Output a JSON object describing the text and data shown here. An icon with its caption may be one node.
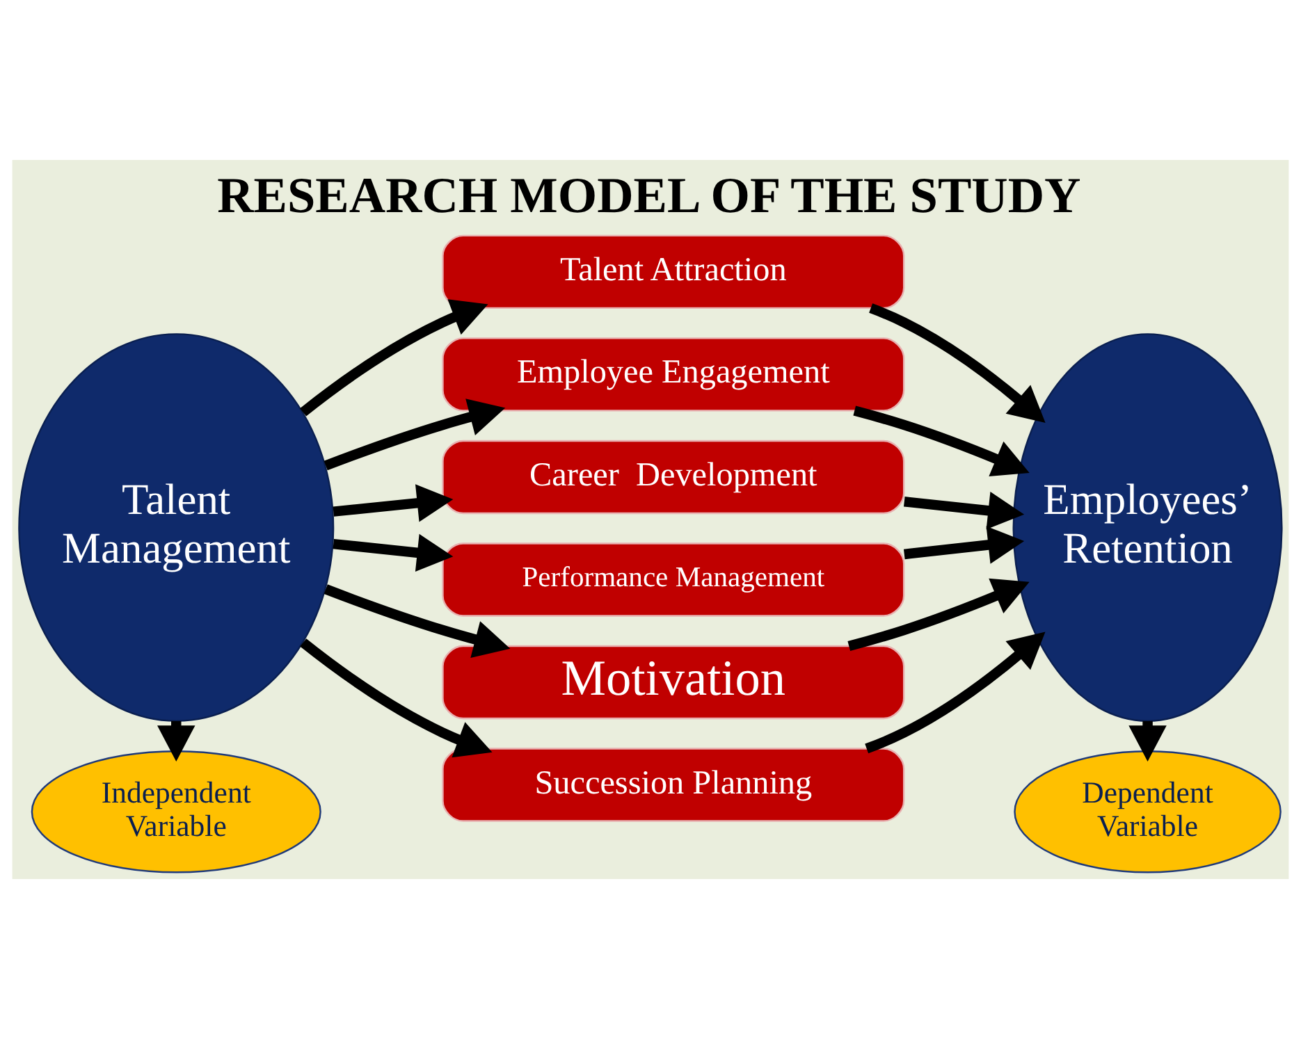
{
  "diagram": {
    "title": "RESEARCH MODEL OF THE STUDY",
    "nodes": [
      {
        "text": [
          "Talent Management"
        ]
      },
      {
        "text": [
          "Talent Attraction"
        ]
      },
      {
        "text": [
          "Employee Engagement"
        ]
      },
      {
        "text": [
          "Career  Development"
        ]
      },
      {
        "text": [
          "Performance Management"
        ]
      },
      {
        "text": [
          "Motivation"
        ]
      },
      {
        "text": [
          "Succession Planning"
        ]
      },
      {
        "text": [
          "Employees’ Retention"
        ]
      },
      {
        "text": [
          "Independent Variable"
        ]
      },
      {
        "text": [
          "Dependent Variable"
        ]
      }
    ],
    "edges": [
      {
        "from": 0,
        "to": 1,
        "arrow": "to"
      },
      {
        "from": 0,
        "to": 2,
        "arrow": "to"
      },
      {
        "from": 0,
        "to": 3,
        "arrow": "to"
      },
      {
        "from": 0,
        "to": 4,
        "arrow": "to"
      },
      {
        "from": 0,
        "to": 5,
        "arrow": "to"
      },
      {
        "from": 0,
        "to": 6,
        "arrow": "to"
      },
      {
        "from": 1,
        "to": 7,
        "arrow": "to"
      },
      {
        "from": 2,
        "to": 7,
        "arrow": "to"
      },
      {
        "from": 3,
        "to": 7,
        "arrow": "to"
      },
      {
        "from": 4,
        "to": 7,
        "arrow": "to"
      },
      {
        "from": 5,
        "to": 7,
        "arrow": "to"
      },
      {
        "from": 6,
        "to": 7,
        "arrow": "to"
      },
      {
        "from": 0,
        "to": 8,
        "arrow": "to"
      },
      {
        "from": 7,
        "to": 9,
        "arrow": "to"
      }
    ]
  }
}
